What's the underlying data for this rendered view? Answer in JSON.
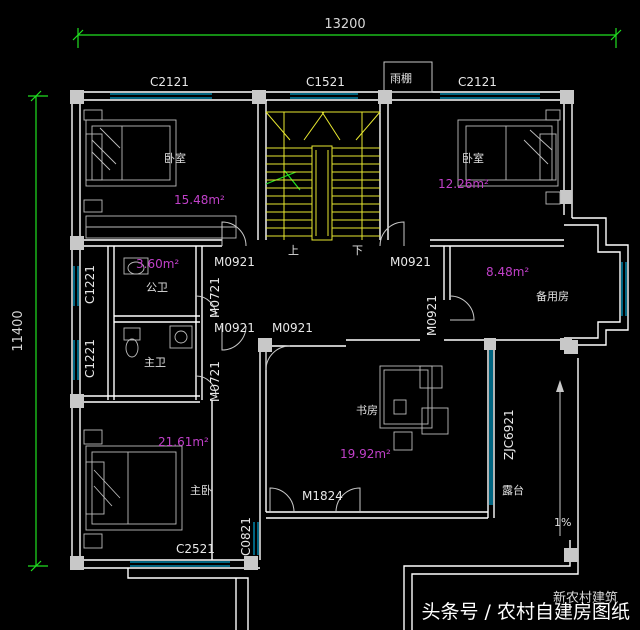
{
  "dimensions": {
    "overall_width": "13200",
    "overall_depth": "11400"
  },
  "windows": {
    "top_left": "C2121",
    "top_middle": "C1521",
    "top_right": "C2121",
    "left_upper": "C1221",
    "left_lower": "C1221",
    "bottom": "C2521",
    "bottom_small": "C0821",
    "right_porch": "ZJC6921"
  },
  "doors": {
    "d1": "M0921",
    "d2": "M0921",
    "d3": "M0921",
    "d4": "M0921",
    "d5": "M0921",
    "d6": "M0721",
    "d7": "M0721",
    "d8": "M1824"
  },
  "rooms": {
    "canopy": "雨棚",
    "bedroom_left": "卧室",
    "bedroom_left_area": "15.48m²",
    "bedroom_right": "卧室",
    "bedroom_right_area": "12.26m²",
    "public_bath": "公卫",
    "public_bath_area": "3.60m²",
    "spare_room": "备用房",
    "spare_room_area": "8.48m²",
    "master_bath": "主卫",
    "master_bed": "主卧",
    "master_bed_area": "21.61m²",
    "study": "书房",
    "study_area": "19.92m²",
    "terrace": "露台",
    "slope": "1%",
    "stair_up": "上",
    "stair_down": "下"
  },
  "watermark": {
    "main": "头条号 / 农村自建房图纸",
    "sub": "新农村建筑"
  },
  "colors": {
    "background": "#000000",
    "wall": "#ffffff",
    "window": "#00c8ff",
    "dimension": "#20e020",
    "area": "#c040c8",
    "stair_rail": "#e8e830"
  }
}
